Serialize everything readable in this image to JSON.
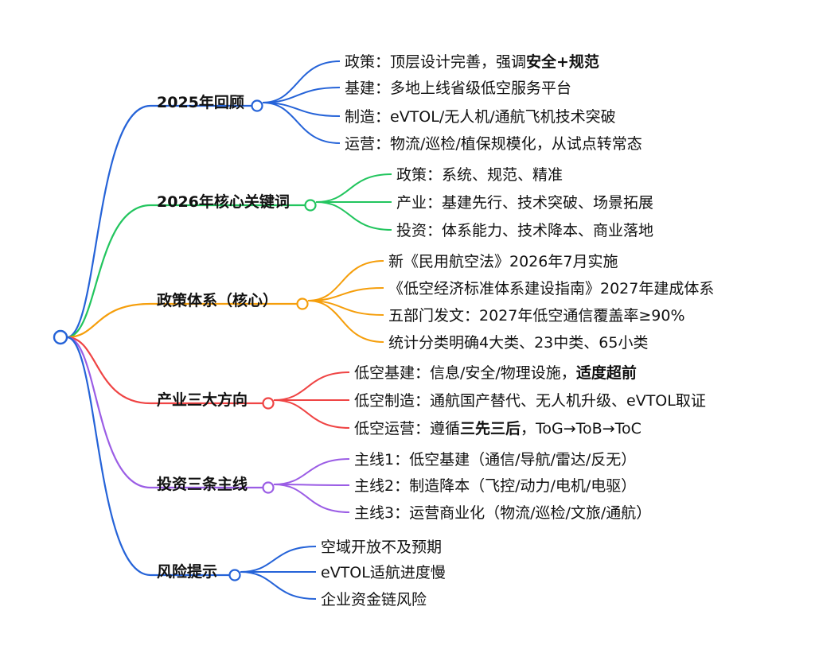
{
  "colors": {
    "root": "#2563d8",
    "review": "#2563d8",
    "keywords": "#22c55e",
    "policy": "#f59e0b",
    "industry": "#ef4444",
    "invest": "#9b5de5",
    "risk": "#2563d8"
  },
  "categories": [
    {
      "id": "review",
      "label": "2025年回顾",
      "items": [
        [
          "政策：顶层设计完善，强调",
          "安全+规范"
        ],
        [
          "基建：多地上线省级低空服务平台"
        ],
        [
          "制造：eVTOL/无人机/通航飞机技术突破"
        ],
        [
          "运营：物流/巡检/植保规模化，从试点转常态"
        ]
      ]
    },
    {
      "id": "keywords",
      "label": "2026年核心关键词",
      "items": [
        [
          "政策：系统、规范、精准"
        ],
        [
          "产业：基建先行、技术突破、场景拓展"
        ],
        [
          "投资：体系能力、技术降本、商业落地"
        ]
      ]
    },
    {
      "id": "policy",
      "label": "政策体系（核心）",
      "items": [
        [
          "新《民用航空法》2026年7月实施"
        ],
        [
          "《低空经济标准体系建设指南》2027年建成体系"
        ],
        [
          "五部门发文：2027年低空通信覆盖率≥90%"
        ],
        [
          "统计分类明确4大类、23中类、65小类"
        ]
      ]
    },
    {
      "id": "industry",
      "label": "产业三大方向",
      "items": [
        [
          "低空基建：信息/安全/物理设施，",
          "适度超前"
        ],
        [
          "低空制造：通航国产替代、无人机升级、eVTOL取证"
        ],
        [
          "低空运营：遵循",
          "三先三后",
          "，ToG→ToB→ToC"
        ]
      ]
    },
    {
      "id": "invest",
      "label": "投资三条主线",
      "items": [
        [
          "主线1：低空基建（通信/导航/雷达/反无）"
        ],
        [
          "主线2：制造降本（飞控/动力/电机/电驱）"
        ],
        [
          "主线3：运营商业化（物流/巡检/文旅/通航）"
        ]
      ]
    },
    {
      "id": "risk",
      "label": "风险提示",
      "items": [
        [
          "空域开放不及预期"
        ],
        [
          "eVTOL适航进度慢"
        ],
        [
          "企业资金链风险"
        ]
      ]
    }
  ]
}
